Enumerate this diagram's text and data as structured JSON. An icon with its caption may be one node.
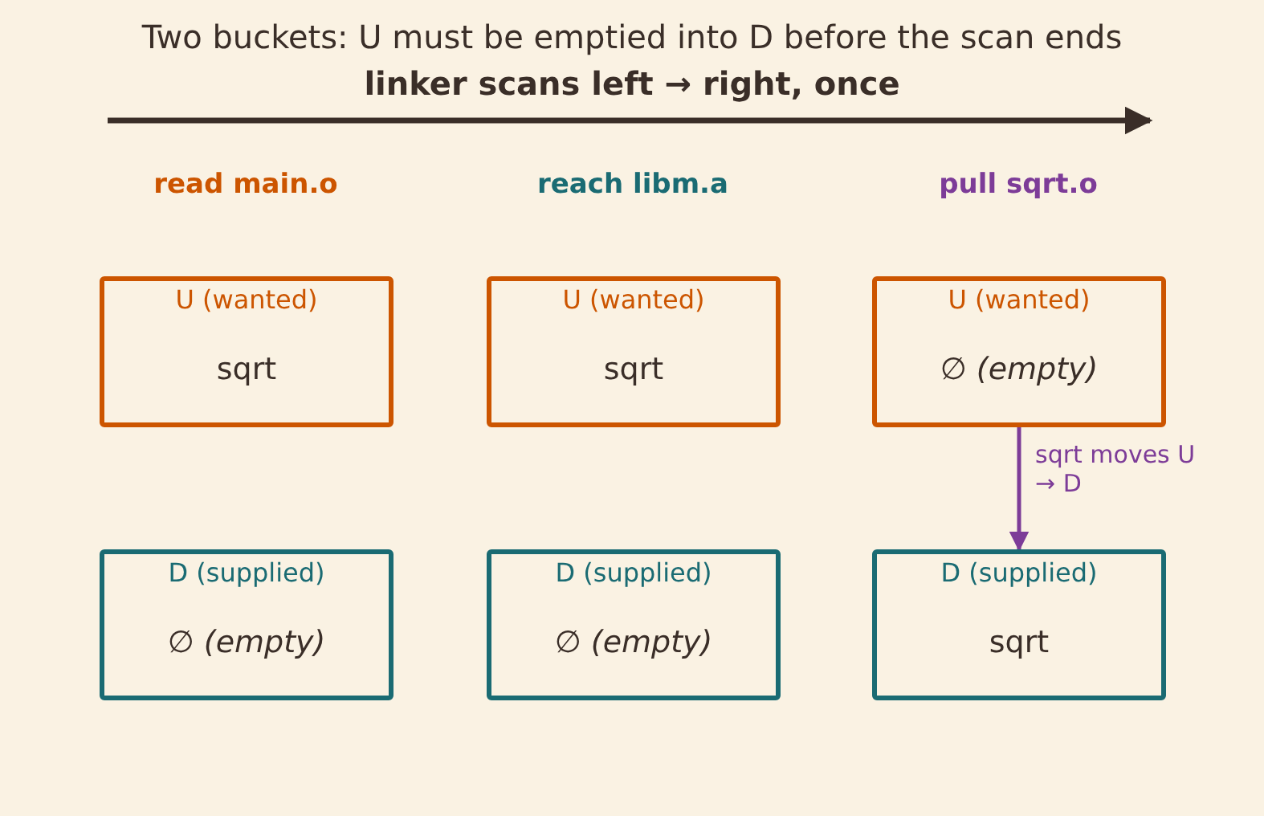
{
  "diagram": {
    "title": "Two buckets: U must be emptied into D before the scan ends",
    "nodes": [
      {
        "text": [
          "U (wanted)",
          "sqrt"
        ]
      },
      {
        "text": [
          "U (wanted)",
          "sqrt"
        ]
      },
      {
        "text": [
          "U (wanted)",
          "∅ *(empty)*"
        ]
      },
      {
        "text": [
          "D (supplied)",
          "∅ *(empty)*"
        ]
      },
      {
        "text": [
          "D (supplied)",
          "∅ *(empty)*"
        ]
      },
      {
        "text": [
          "D (supplied)",
          "sqrt"
        ]
      }
    ],
    "edges": [
      {
        "from": 2,
        "to": 5,
        "arrow": "to",
        "label": "sqrt moves U → D",
        "color": "#7d3c98"
      }
    ],
    "labels": [
      "linker scans left → right, once",
      "read main.o",
      "reach libm.a",
      "pull sqrt.o"
    ]
  }
}
